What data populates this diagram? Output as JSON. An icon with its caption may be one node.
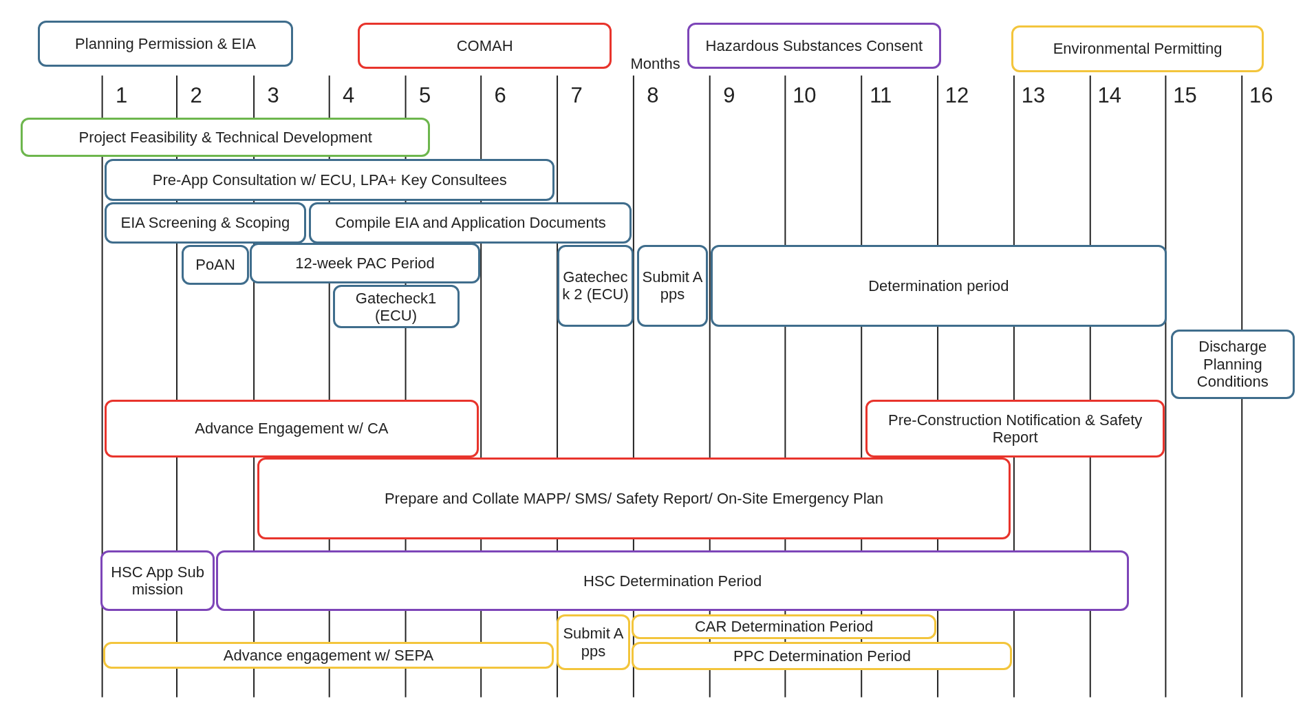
{
  "diagram": {
    "nodes": [
      {
        "text": [
          "Planning Permission & EIA"
        ]
      },
      {
        "text": [
          "COMAH"
        ]
      },
      {
        "text": [
          "Hazardous Substances Consent"
        ]
      },
      {
        "text": [
          "Environmental Permitting"
        ]
      },
      {
        "text": [
          "Project Feasibility & Technical Development"
        ]
      },
      {
        "text": [
          "Pre-App Consultation w/ ECU, LPA+ Key Consultees"
        ]
      },
      {
        "text": [
          "EIA Screening & Scoping"
        ]
      },
      {
        "text": [
          "Compile EIA and Application Documents"
        ]
      },
      {
        "text": [
          "PoAN"
        ]
      },
      {
        "text": [
          "12-week PAC Period"
        ]
      },
      {
        "text": [
          "Gatecheck1 (ECU)"
        ]
      },
      {
        "text": [
          "Gatecheck 2 (ECU)"
        ]
      },
      {
        "text": [
          "Submit Apps"
        ]
      },
      {
        "text": [
          "Determination period"
        ]
      },
      {
        "text": [
          "Discharge Planning Conditions"
        ]
      },
      {
        "text": [
          "Advance Engagement w/ CA"
        ]
      },
      {
        "text": [
          "Pre-Construction Notification & Safety Report"
        ]
      },
      {
        "text": [
          "Prepare and Collate MAPP/ SMS/ Safety Report/ On-Site Emergency Plan"
        ]
      },
      {
        "text": [
          "HSC App Submission"
        ]
      },
      {
        "text": [
          "HSC Determination Period"
        ]
      },
      {
        "text": [
          "Submit Apps"
        ]
      },
      {
        "text": [
          "CAR Determination Period"
        ]
      },
      {
        "text": [
          "Advance engagement w/ SEPA"
        ]
      },
      {
        "text": [
          "PPC Determination Period"
        ]
      }
    ],
    "labels": [
      "Months",
      "1",
      "2",
      "3",
      "4",
      "5",
      "6",
      "7",
      "8",
      "9",
      "10",
      "11",
      "12",
      "13",
      "14",
      "15",
      "16"
    ]
  }
}
